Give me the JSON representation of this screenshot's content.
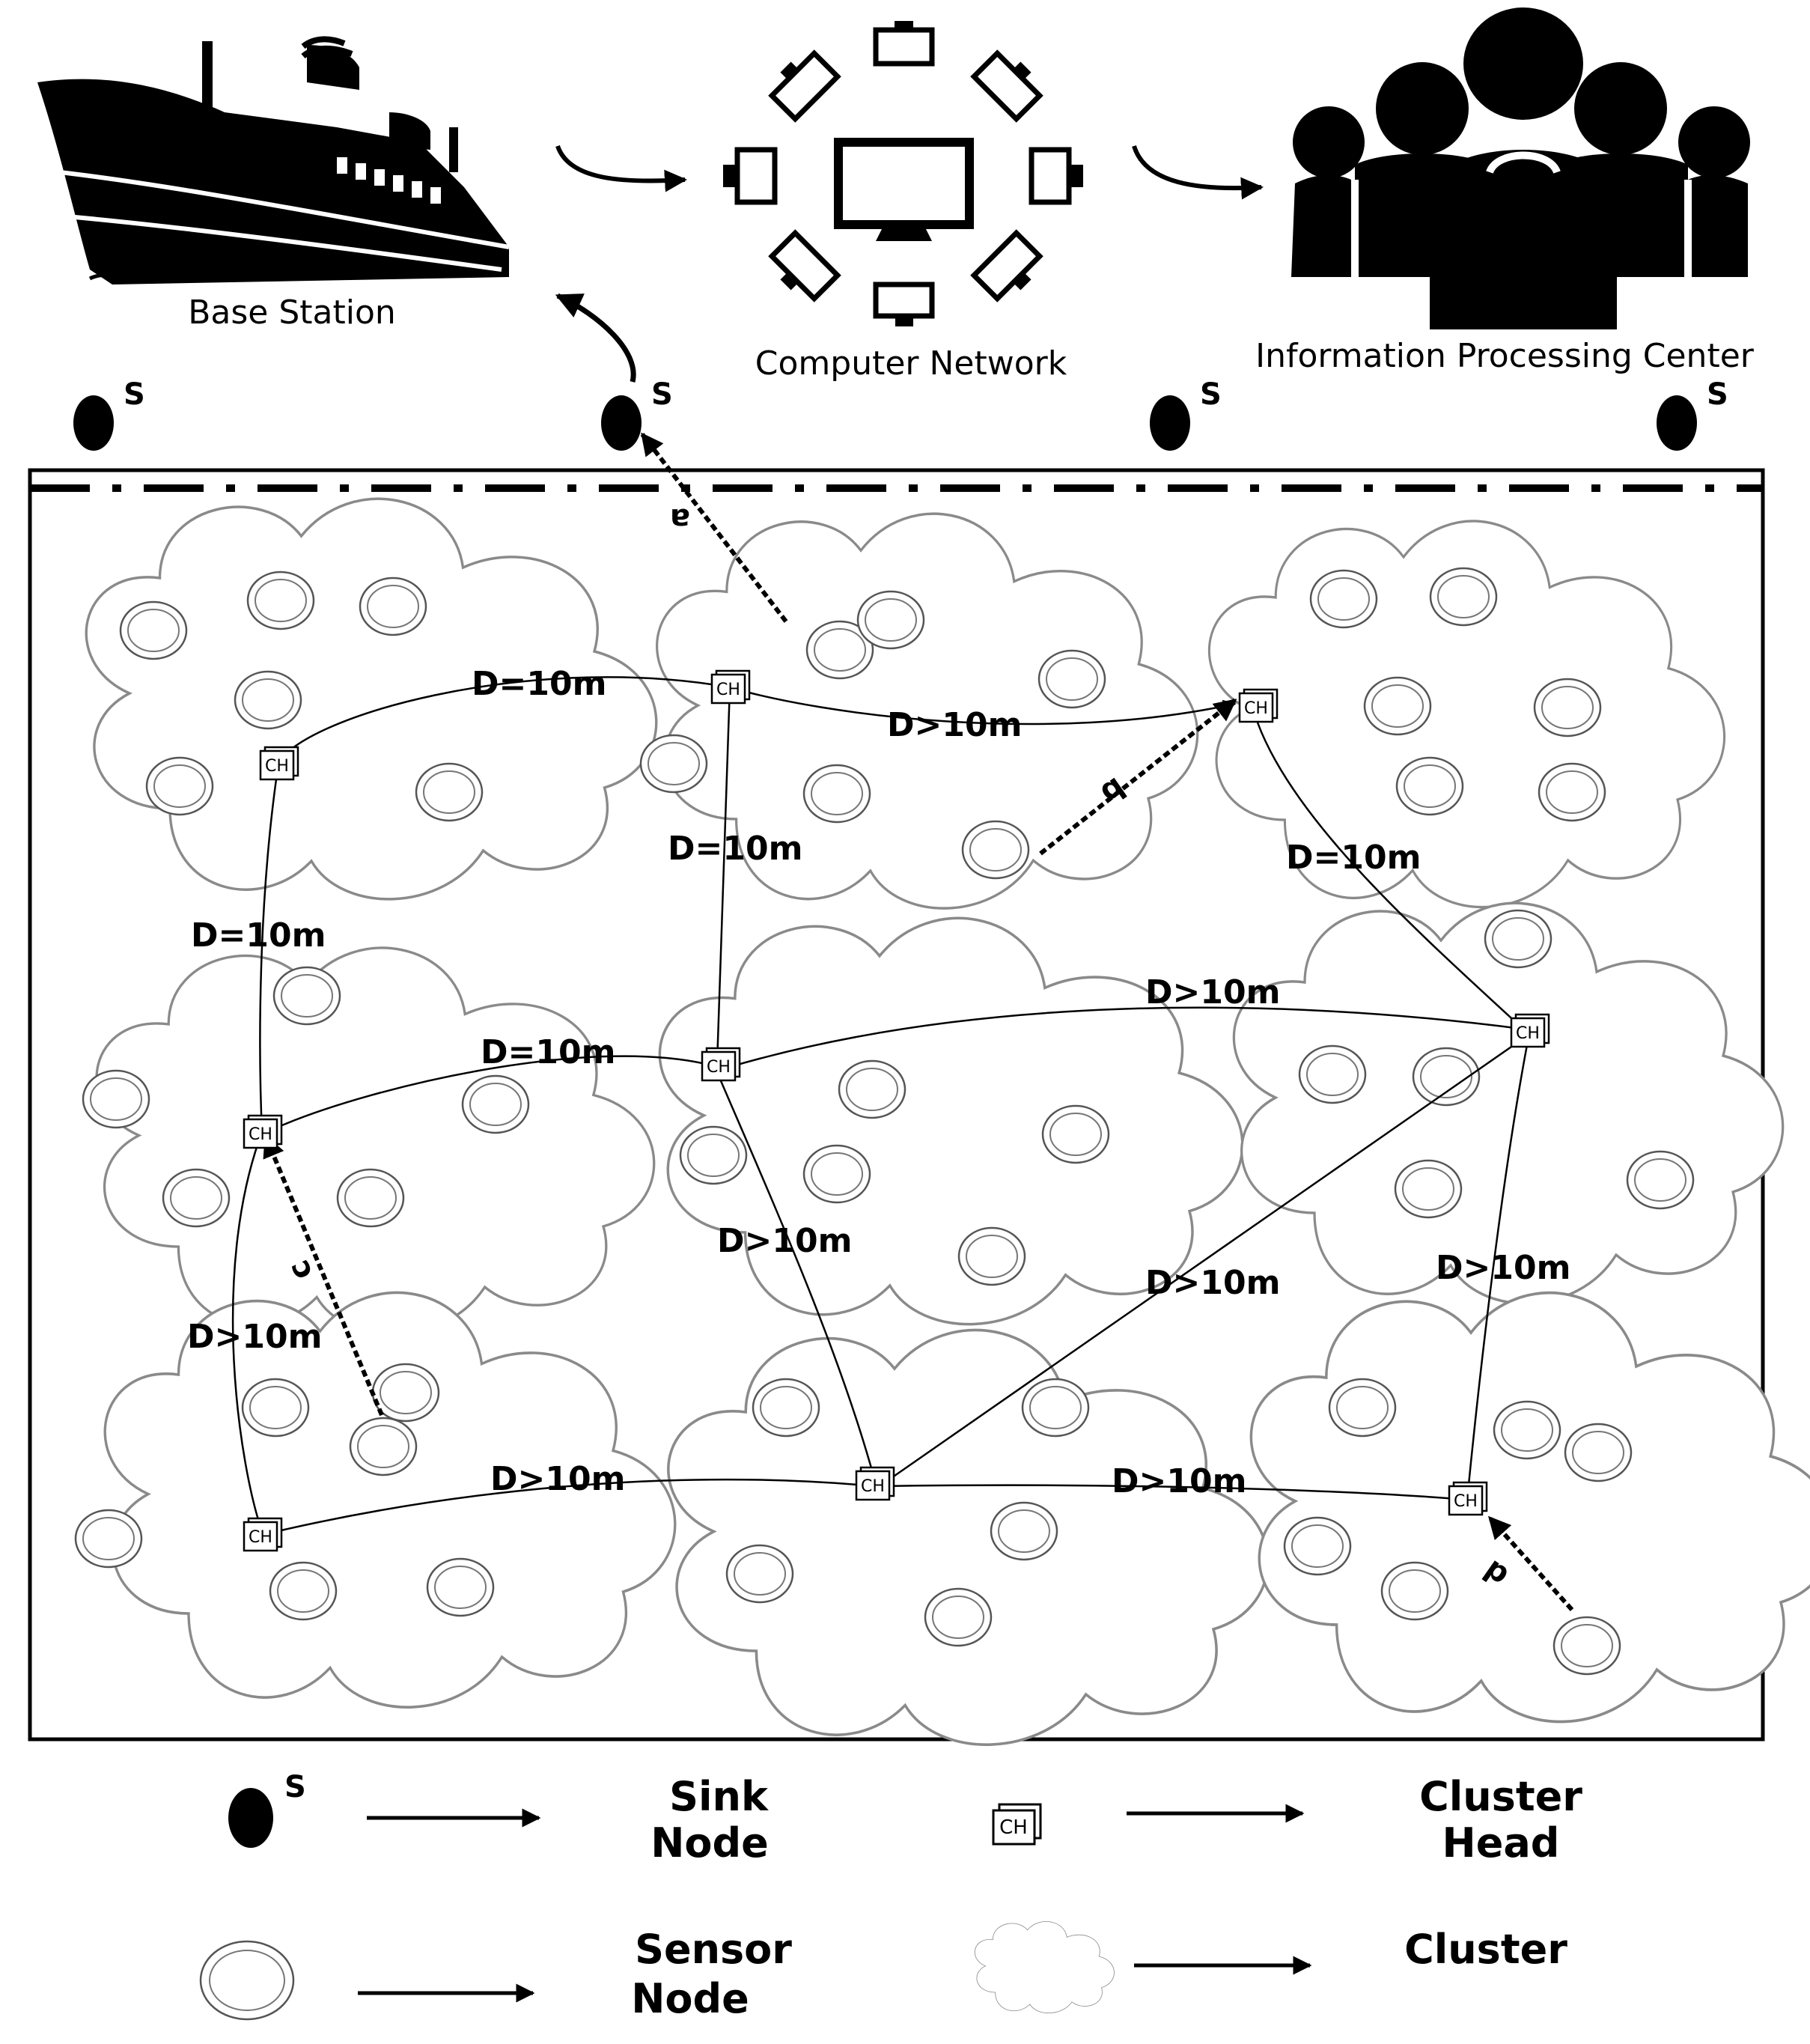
{
  "header": {
    "base_station": "Base Station",
    "computer_network": "Computer Network",
    "info_center": "Information Processing Center"
  },
  "sink_label": "S",
  "cluster_head_label": "CH",
  "links": [
    {
      "label": "D=10m"
    },
    {
      "label": "D>10m"
    },
    {
      "label": "D=10m"
    },
    {
      "label": "D=10m"
    },
    {
      "label": "D=10m"
    },
    {
      "label": "D=10m"
    },
    {
      "label": "D>10m"
    },
    {
      "label": "D>10m"
    },
    {
      "label": "D>10m"
    },
    {
      "label": "D>10m"
    },
    {
      "label": "D>10m"
    },
    {
      "label": "D>10m"
    },
    {
      "label": "D>10m"
    }
  ],
  "paths": {
    "a": "a",
    "b": "b",
    "c": "c",
    "d": "d"
  },
  "legend": {
    "sink_line1": "Sink",
    "sink_line2": "Node",
    "head_line1": "Cluster",
    "head_line2": "Head",
    "sensor_line1": "Sensor",
    "sensor_line2": "Node",
    "cluster": "Cluster"
  }
}
